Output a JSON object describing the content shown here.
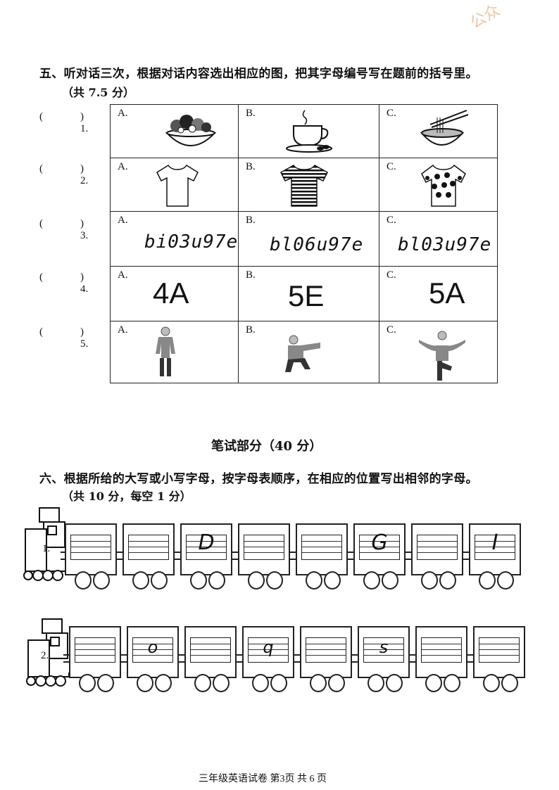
{
  "watermark": "公众",
  "section5": {
    "title": "五、听对话三次，根据对话内容选出相应的图，把其字母编号写在题前的括号里。",
    "note": "（共 7.5 分）",
    "rows": [
      {
        "num": ") 1.",
        "a": "A.",
        "b": "B.",
        "c": "C.",
        "a_icon": "salad-bowl-icon",
        "b_icon": "coffee-cup-icon",
        "c_icon": "noodle-bowl-icon"
      },
      {
        "num": ") 2.",
        "a": "A.",
        "b": "B.",
        "c": "C.",
        "a_icon": "plain-tshirt-icon",
        "b_icon": "striped-tshirt-icon",
        "c_icon": "dotted-tshirt-icon"
      },
      {
        "num": ") 3.",
        "a": "A.",
        "b": "B.",
        "c": "C.",
        "a_text": "bi03u97e",
        "b_text": "bl06u97e",
        "c_text": "bl03u97e"
      },
      {
        "num": ") 4.",
        "a": "A.",
        "b": "B.",
        "c": "C.",
        "a_text": "4A",
        "b_text": "5E",
        "c_text": "5A"
      },
      {
        "num": ") 5.",
        "a": "A.",
        "b": "B.",
        "c": "C.",
        "a_icon": "person-standing-icon",
        "b_icon": "person-squat-icon",
        "c_icon": "person-balance-icon"
      }
    ]
  },
  "written_header": "笔试部分（40 分）",
  "section6": {
    "title": "六、根据所给的大写或小写字母，按字母表顺序，在相应的位置写出相邻的字母。",
    "note": "（共 10 分，每空 1 分）",
    "train1": {
      "label": "1.",
      "cars": [
        "",
        "",
        "D",
        "",
        "G",
        "",
        "I"
      ]
    },
    "train2": {
      "label": "2.",
      "cars": [
        "",
        "o",
        "",
        "q",
        "",
        "s",
        "",
        ""
      ]
    }
  },
  "footer": "三年级英语试卷  第3页  共 6 页"
}
